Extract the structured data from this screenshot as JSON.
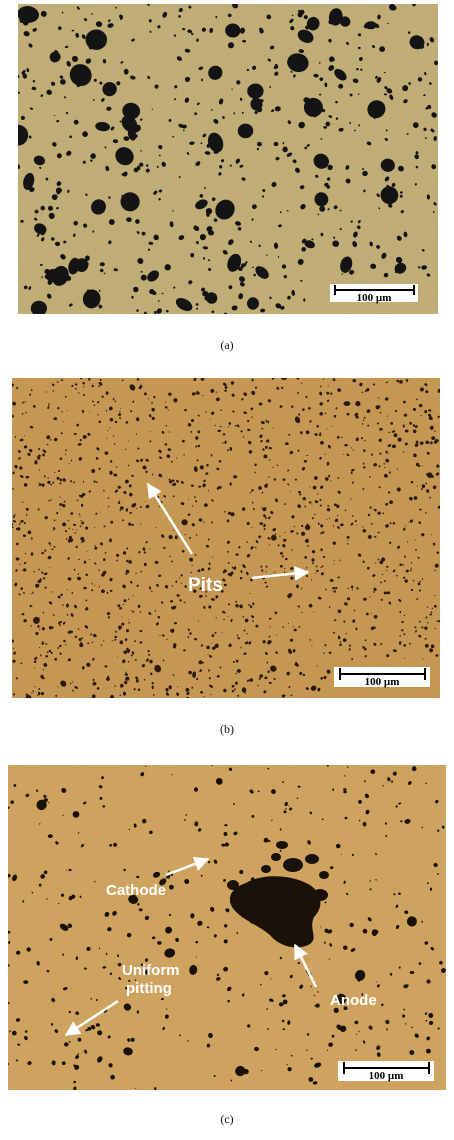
{
  "panels": [
    {
      "id": "a",
      "caption": "(a)",
      "scale_bar": "100 µm",
      "background": "#c7b278",
      "pit_color": "#141414"
    },
    {
      "id": "b",
      "caption": "(b)",
      "scale_bar": "100 µm",
      "background": "#c99a52",
      "pit_color": "#2a1a10",
      "annotations": {
        "pits": "Pits"
      }
    },
    {
      "id": "c",
      "caption": "(c)",
      "scale_bar": "100 µm",
      "background": "#d3a560",
      "pit_color": "#1a1208",
      "annotations": {
        "cathode": "Cathode",
        "anode": "Anode",
        "uniform_pitting_line1": "Uniform",
        "uniform_pitting_line2": "pitting"
      }
    }
  ]
}
